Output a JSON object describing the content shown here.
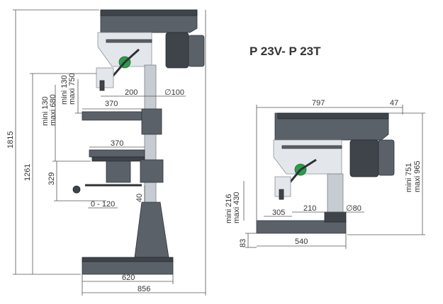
{
  "title": "P 23V- P 23T",
  "left_view": {
    "total_height": "1815",
    "column_height": "1261",
    "spindle_travel": "329",
    "spindle_range_min": "mini 130",
    "spindle_range_max": "maxi 680",
    "head_range_min": "mini 130",
    "head_range_max": "maxi 750",
    "throat": "200",
    "column_dia": "∅100",
    "table_width_top": "370",
    "table_width_bottom": "370",
    "table_lift": "40",
    "table_slide": "0 - 120",
    "base_width": "620",
    "base_depth": "856"
  },
  "right_view": {
    "total_length": "797",
    "motor_offset": "47",
    "height_min": "mini 751",
    "height_max": "maxi 965",
    "spindle_min": "mini 216",
    "spindle_max": "maxi 430",
    "throat": "305",
    "throat_to_column": "210",
    "column_dia": "∅80",
    "base_height": "83",
    "base_width": "540"
  },
  "colors": {
    "body": "#5b6169",
    "accent": "#2e9b4a",
    "column": "#c7ccd2"
  }
}
